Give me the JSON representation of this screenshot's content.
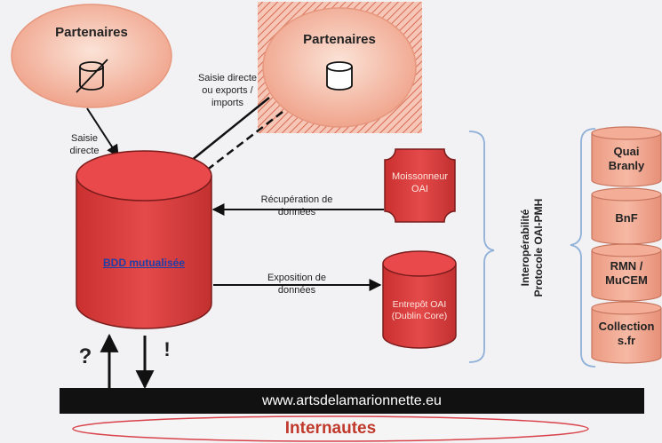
{
  "partners_left": {
    "title": "Partenaires"
  },
  "partners_right": {
    "title": "Partenaires"
  },
  "labels": {
    "saisie_directe": "Saisie\ndirecte",
    "saisie_exports": "Saisie directe\nou exports /\nimports",
    "recuperation": "Récupération de\ndonnées",
    "exposition": "Exposition de\ndonnées",
    "interop": "Interopérabilité\nProtocole OAI-PMH",
    "question": "?",
    "exclaim": "!"
  },
  "bdd": {
    "label": "BDD mutualisée"
  },
  "moissonneur": {
    "label": "Moissonneur\nOAI"
  },
  "entrepot": {
    "label": "Entrepôt OAI\n(Dublin Core)"
  },
  "institutions": [
    {
      "label": "Quai\nBranly"
    },
    {
      "label": "BnF"
    },
    {
      "label": "RMN /\nMuCEM"
    },
    {
      "label": "Collection\ns.fr"
    }
  ],
  "website": {
    "url": "www.artsdelamarionnette.eu"
  },
  "audience": {
    "label": "Internautes"
  },
  "colors": {
    "red": "#e0393e",
    "dark_red": "#a92a2c",
    "salmon": "#f1a78f",
    "blue_brace": "#8fb0d8",
    "bar": "#111111",
    "accent_text": "#c0392b"
  }
}
